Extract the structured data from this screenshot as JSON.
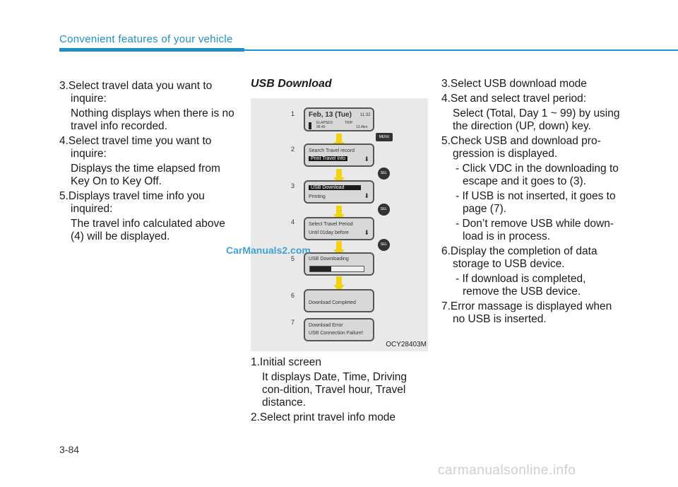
{
  "header": {
    "title": "Convenient features of your vehicle"
  },
  "left_column": {
    "items": [
      {
        "head": "3.Select travel data you want to inquire:",
        "body": "Nothing displays when there is no travel info recorded."
      },
      {
        "head": "4.Select travel time you want to inquire:",
        "body": "Displays the time elapsed from Key On to Key Off."
      },
      {
        "head": "5.Displays travel time info you inquired:",
        "body": "The travel info calculated above (4) will be displayed."
      }
    ]
  },
  "middle_column": {
    "title": "USB Download",
    "figure": {
      "caption": "OCY28403M",
      "steps": [
        "1",
        "2",
        "3",
        "4",
        "5",
        "6",
        "7"
      ],
      "screen1": {
        "date": "Feb, 13 (Tue)",
        "time": "11:32",
        "elapsed_label": "ELAPSED",
        "elapsed_value": "06:40",
        "trip_label": "TRIP",
        "trip_value": "13.4km"
      },
      "screen2": {
        "line1": "Search Travel record",
        "line2": "Print Travel Info"
      },
      "screen3": {
        "line1": "USB Download",
        "line2": "Printing"
      },
      "screen4": {
        "line1": "Select Travel Period",
        "line2": "Until 01day before"
      },
      "screen5": {
        "line1": "USB Downloading",
        "progress": 0.4
      },
      "screen6": {
        "line1": "Download Completed"
      },
      "screen7": {
        "line1": "Download Error",
        "line2": "USB Connection Failure!"
      },
      "buttons": {
        "menu": "MENU",
        "sel": "SEL"
      }
    },
    "items": [
      {
        "head": "1.Initial screen",
        "body": "It displays Date, Time, Driving con-dition, Travel hour, Travel distance."
      },
      {
        "head": "2.Select print travel info mode"
      }
    ]
  },
  "right_column": {
    "item3": "3.Select USB download mode",
    "item4": {
      "head": "4.Set and select travel period:",
      "body": "Select (Total, Day 1 ~ 99) by using the direction (UP, down) key."
    },
    "item5": {
      "head": "5.Check USB and download pro-gression is displayed.",
      "dashes": [
        "- Click VDC in the downloading to escape and it goes to (3).",
        "- If USB is not inserted, it goes to page (7).",
        "- Don’t  remove USB while down-load is in process."
      ]
    },
    "item6": {
      "head": "6.Display the completion of data storage to USB device.",
      "dash": "- If download is completed, remove the USB device."
    },
    "item7": "7.Error massage is displayed when no USB is inserted."
  },
  "page_number": "3-84",
  "watermark": "CarManuals2.com",
  "footer_site": "carmanualsonline.info"
}
